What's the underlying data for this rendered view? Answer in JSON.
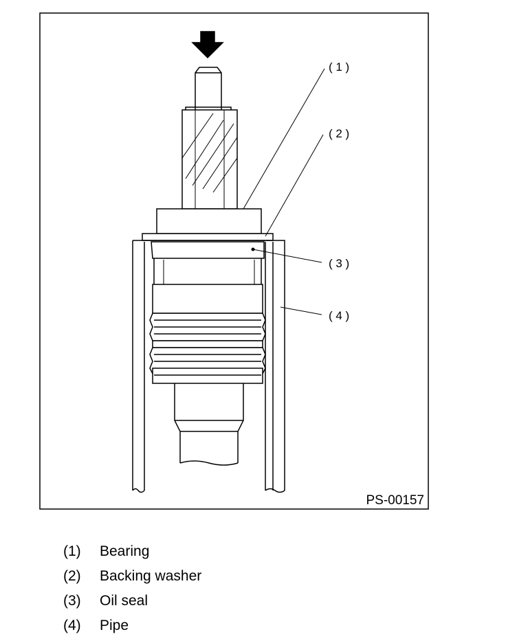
{
  "figure": {
    "code": "PS-00157",
    "callouts": [
      {
        "num": "( 1 )"
      },
      {
        "num": "( 2 )"
      },
      {
        "num": "( 3 )"
      },
      {
        "num": "( 4 )"
      }
    ]
  },
  "legend": [
    {
      "num": "(1)",
      "label": "Bearing"
    },
    {
      "num": "(2)",
      "label": "Backing washer"
    },
    {
      "num": "(3)",
      "label": "Oil seal"
    },
    {
      "num": "(4)",
      "label": "Pipe"
    }
  ]
}
